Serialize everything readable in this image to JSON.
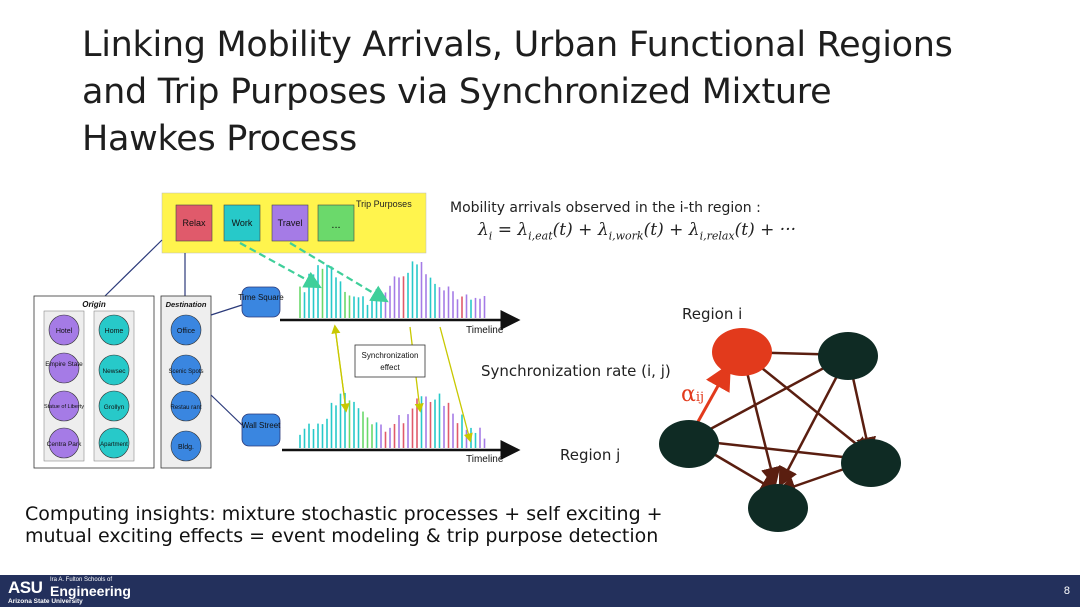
{
  "slide": {
    "title_lines": [
      "Linking Mobility Arrivals, Urban Functional Regions",
      "and Trip Purposes via Synchronized Mixture",
      "Hawkes Process"
    ],
    "page_number": "8"
  },
  "diagram": {
    "trip_purposes_label": "Trip Purposes",
    "purposes": [
      "Relax",
      "Work",
      "Travel",
      "..."
    ],
    "origin_label": "Origin",
    "origin_items": [
      "Hotel",
      "Empire State",
      "Statue of Liberty",
      "Centra Park",
      "Home",
      "Newsec",
      "Grollyn",
      "Apartment"
    ],
    "destination_label": "Destination",
    "destination_items": [
      "Office",
      "Scenic Spots",
      "Restau rant",
      "Bldg."
    ],
    "regions": [
      "Time Square",
      "Wall Street"
    ],
    "timeline_label": "Timeline",
    "sync_effect_label": "Synchronization effect",
    "colors": {
      "purpose_box_bg": "#fff44d",
      "relax": "#e05a6b",
      "work": "#27c9c9",
      "travel": "#a57be6",
      "more": "#6bd96b",
      "origin_purple": "#a57be6",
      "origin_teal": "#27c9c9",
      "region_blue": "#3a86e0",
      "graph_node": "#0f2b24",
      "graph_highlight": "#e23a1c",
      "graph_edge": "#5a1e10"
    }
  },
  "equation": {
    "caption": "Mobility arrivals observed in the i-th region :",
    "lhs": "λ",
    "lhs_sub": "i",
    "eq_sign": " = ",
    "t1": "λ",
    "t1_sub": "i,eat",
    "t1_arg": "(t)",
    "plus1": " + ",
    "t2": "λ",
    "t2_sub": "i,work",
    "t2_arg": "(t)",
    "plus2": " + ",
    "t3": "λ",
    "t3_sub": "i,relax",
    "t3_arg": "(t)",
    "tail": " + ···"
  },
  "graph": {
    "region_i_label": "Region i",
    "region_j_label": "Region j",
    "sync_rate_label": "Synchronization rate (i, j)",
    "alpha_label": "α",
    "alpha_sub": "ij"
  },
  "insight": {
    "lines": [
      "Computing insights: mixture stochastic processes + self exciting +",
      "mutual exciting effects = event modeling & trip purpose detection"
    ]
  },
  "footer": {
    "logo_text": "ASU",
    "school_small": "Ira A. Fulton Schools of",
    "school_big": "Engineering",
    "university": "Arizona State University"
  }
}
